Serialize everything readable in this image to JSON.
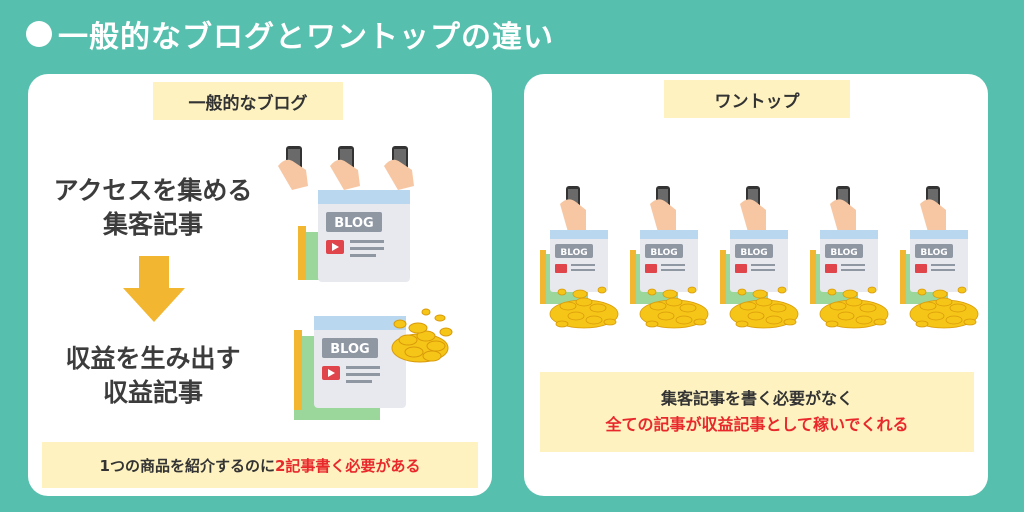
{
  "title": "一般的なブログとワントップの違い",
  "left": {
    "header": "一般的なブログ",
    "access_line1": "アクセスを集める",
    "access_line2": "集客記事",
    "revenue_line1": "収益を生み出す",
    "revenue_line2": "収益記事",
    "note_prefix": "1つの商品を紹介するのに",
    "note_highlight": "2記事書く必要がある"
  },
  "right": {
    "header": "ワントップ",
    "note_line1": "集客記事を書く必要がなく",
    "note_line2": "全ての記事が収益記事として稼いでくれる"
  },
  "illustration": {
    "blog_text": "BLOG"
  },
  "colors": {
    "background": "#56bfae",
    "label_bg": "#fdf2c0",
    "highlight_red": "#e8282b",
    "arrow": "#f2b630",
    "coin": "#f5c518"
  }
}
